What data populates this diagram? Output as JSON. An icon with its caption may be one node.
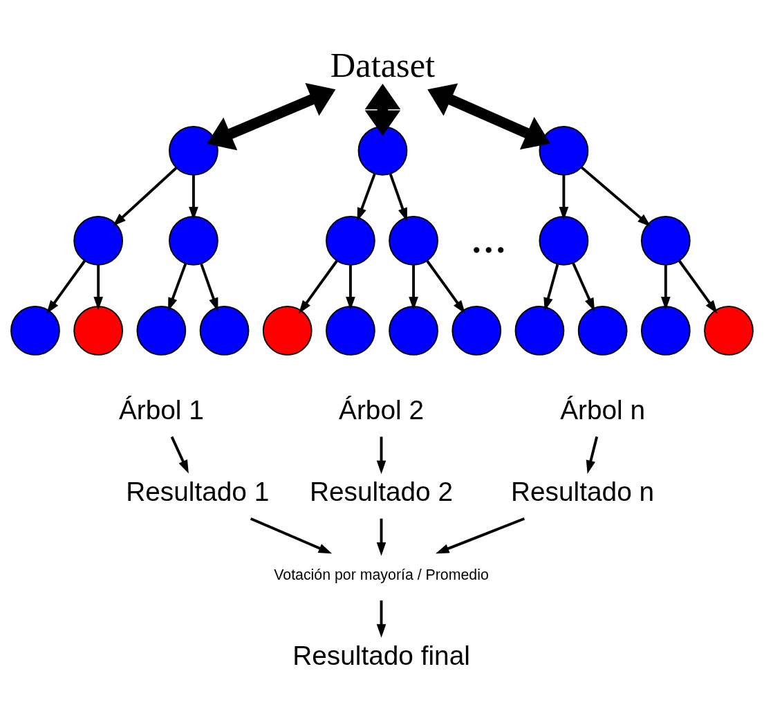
{
  "diagram": {
    "nodes": [
      {
        "text": [
          "Dataset"
        ]
      },
      {
        "text": [],
        "shape": "circle"
      },
      {
        "text": [],
        "shape": "circle"
      },
      {
        "text": [],
        "shape": "circle"
      },
      {
        "text": [],
        "shape": "circle"
      },
      {
        "text": [],
        "shape": "circle"
      },
      {
        "text": [],
        "shape": "circle"
      },
      {
        "text": [],
        "shape": "circle"
      },
      {
        "text": [],
        "shape": "circle"
      },
      {
        "text": [],
        "shape": "circle"
      },
      {
        "text": [],
        "shape": "circle"
      },
      {
        "text": [],
        "shape": "circle"
      },
      {
        "text": [],
        "shape": "circle"
      },
      {
        "text": [],
        "shape": "circle"
      },
      {
        "text": [],
        "shape": "circle"
      },
      {
        "text": [],
        "shape": "circle"
      },
      {
        "text": [],
        "shape": "circle"
      },
      {
        "text": [],
        "shape": "circle"
      },
      {
        "text": [],
        "shape": "circle"
      },
      {
        "text": [],
        "shape": "circle"
      },
      {
        "text": [],
        "shape": "circle"
      },
      {
        "text": [],
        "shape": "circle"
      },
      {
        "text": [
          "Árbol 1"
        ]
      },
      {
        "text": [
          "Árbol 2"
        ]
      },
      {
        "text": [
          "Árbol n"
        ]
      },
      {
        "text": [
          "Resultado 1"
        ]
      },
      {
        "text": [
          "Resultado 2"
        ]
      },
      {
        "text": [
          "Resultado n"
        ]
      },
      {
        "text": [
          "Votación por mayoría / Promedio"
        ]
      },
      {
        "text": [
          "Resultado final"
        ]
      }
    ],
    "edges": [
      {
        "from": 0,
        "to": 1,
        "arrow": "both",
        "style": "thick"
      },
      {
        "from": 0,
        "to": 8,
        "arrow": "both",
        "style": "thick"
      },
      {
        "from": 0,
        "to": 15,
        "arrow": "both",
        "style": "thick"
      },
      {
        "from": 1,
        "to": 2,
        "arrow": "to"
      },
      {
        "from": 1,
        "to": 3,
        "arrow": "to"
      },
      {
        "from": 2,
        "to": 4,
        "arrow": "to"
      },
      {
        "from": 2,
        "to": 5,
        "arrow": "to"
      },
      {
        "from": 3,
        "to": 6,
        "arrow": "to"
      },
      {
        "from": 3,
        "to": 7,
        "arrow": "to"
      },
      {
        "from": 8,
        "to": 9,
        "arrow": "to"
      },
      {
        "from": 8,
        "to": 10,
        "arrow": "to"
      },
      {
        "from": 9,
        "to": 11,
        "arrow": "to"
      },
      {
        "from": 9,
        "to": 12,
        "arrow": "to"
      },
      {
        "from": 10,
        "to": 13,
        "arrow": "to"
      },
      {
        "from": 10,
        "to": 14,
        "arrow": "to"
      },
      {
        "from": 15,
        "to": 16,
        "arrow": "to"
      },
      {
        "from": 15,
        "to": 17,
        "arrow": "to"
      },
      {
        "from": 16,
        "to": 18,
        "arrow": "to"
      },
      {
        "from": 16,
        "to": 19,
        "arrow": "to"
      },
      {
        "from": 17,
        "to": 20,
        "arrow": "to"
      },
      {
        "from": 17,
        "to": 21,
        "arrow": "to"
      },
      {
        "from": 22,
        "to": 25,
        "arrow": "to"
      },
      {
        "from": 23,
        "to": 26,
        "arrow": "to"
      },
      {
        "from": 24,
        "to": 27,
        "arrow": "to"
      },
      {
        "from": 25,
        "to": 28,
        "arrow": "to"
      },
      {
        "from": 26,
        "to": 28,
        "arrow": "to"
      },
      {
        "from": 27,
        "to": 28,
        "arrow": "to"
      },
      {
        "from": 28,
        "to": 29,
        "arrow": "to"
      }
    ],
    "labels": [
      "..."
    ]
  }
}
